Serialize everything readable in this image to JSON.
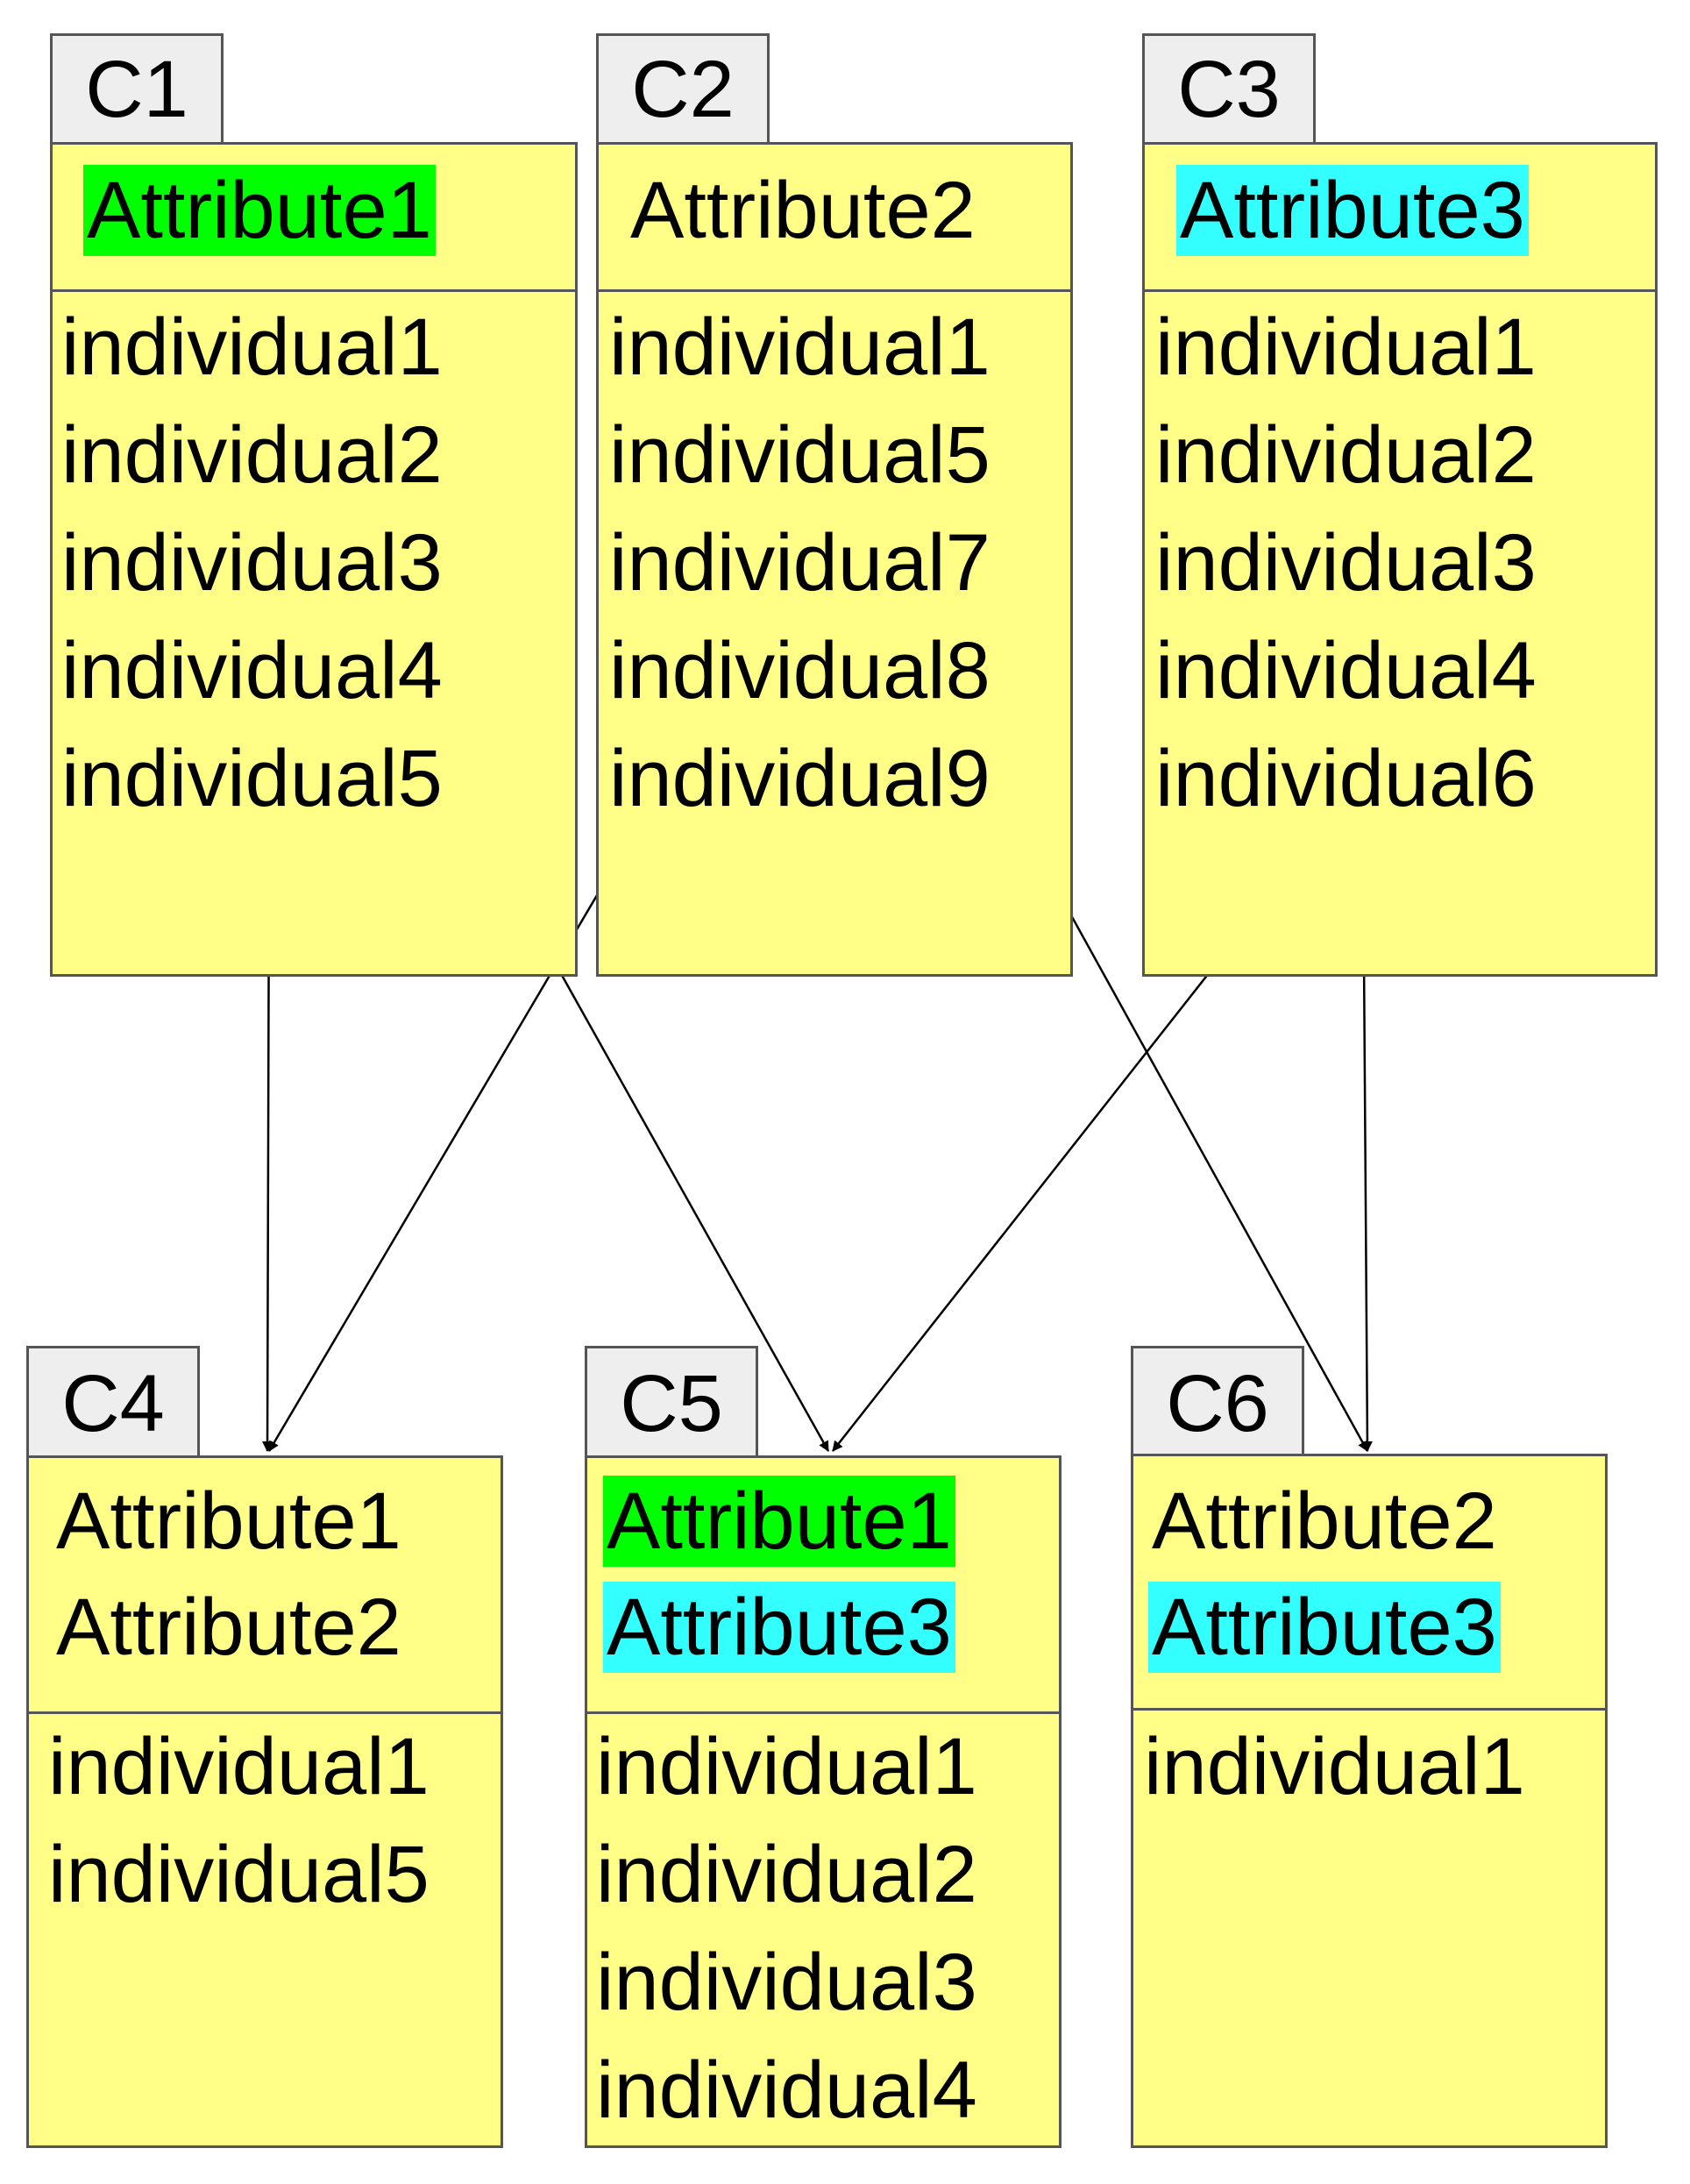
{
  "colors": {
    "box_fill": "#ffff88",
    "tab_fill": "#eeeeee",
    "border": "#555555",
    "highlight_green": "#00ff00",
    "highlight_cyan": "#33ffff"
  },
  "classes": [
    {
      "id": "C1",
      "attributes": [
        {
          "text": "Attribute1",
          "highlight": "green"
        }
      ],
      "individuals": [
        "individual1",
        "individual2",
        "individual3",
        "individual4",
        "individual5"
      ]
    },
    {
      "id": "C2",
      "attributes": [
        {
          "text": "Attribute2",
          "highlight": ""
        }
      ],
      "individuals": [
        "individual1",
        "individual5",
        "individual7",
        "individual8",
        "individual9"
      ]
    },
    {
      "id": "C3",
      "attributes": [
        {
          "text": "Attribute3",
          "highlight": "cyan"
        }
      ],
      "individuals": [
        "individual1",
        "individual2",
        "individual3",
        "individual4",
        "individual6"
      ]
    },
    {
      "id": "C4",
      "attributes": [
        {
          "text": "Attribute1",
          "highlight": ""
        },
        {
          "text": "Attribute2",
          "highlight": ""
        }
      ],
      "individuals": [
        "individual1",
        "individual5"
      ]
    },
    {
      "id": "C5",
      "attributes": [
        {
          "text": "Attribute1",
          "highlight": "green"
        },
        {
          "text": "Attribute3",
          "highlight": "cyan"
        }
      ],
      "individuals": [
        "individual1",
        "individual2",
        "individual3",
        "individual4"
      ]
    },
    {
      "id": "C6",
      "attributes": [
        {
          "text": "Attribute2",
          "highlight": ""
        },
        {
          "text": "Attribute3",
          "highlight": "cyan"
        }
      ],
      "individuals": [
        "individual1"
      ]
    }
  ],
  "edges": [
    {
      "from": "C1",
      "to": "C4"
    },
    {
      "from": "C1",
      "to": "C5"
    },
    {
      "from": "C2",
      "to": "C4"
    },
    {
      "from": "C2",
      "to": "C6"
    },
    {
      "from": "C3",
      "to": "C5"
    },
    {
      "from": "C3",
      "to": "C6"
    }
  ]
}
